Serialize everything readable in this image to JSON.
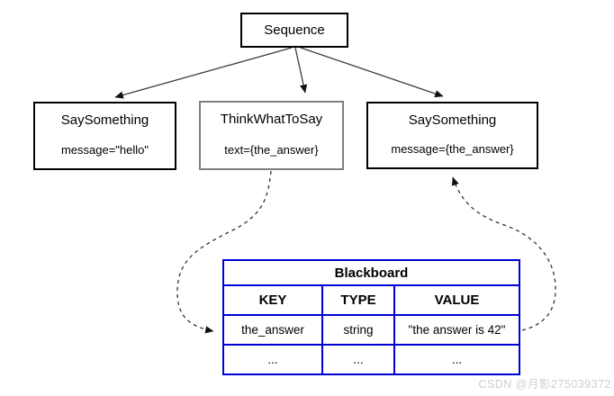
{
  "diagram": {
    "root_node": {
      "label": "Sequence"
    },
    "nodes": [
      {
        "title": "SaySomething",
        "attribute": "message=\"hello\""
      },
      {
        "title": "ThinkWhatToSay",
        "attribute": "text={the_answer}"
      },
      {
        "title": "SaySomething",
        "attribute": "message={the_answer}"
      }
    ],
    "blackboard": {
      "title": "Blackboard",
      "columns": [
        "KEY",
        "TYPE",
        "VALUE"
      ],
      "rows": [
        [
          "the_answer",
          "string",
          "\"the answer is 42\""
        ],
        [
          "...",
          "...",
          "..."
        ]
      ]
    },
    "colors": {
      "table_border": "#0000d6",
      "node_border": "#000000",
      "think_node_border": "#7f7f7f",
      "arrow": "#3d3d3d"
    }
  },
  "watermark": "CSDN @月影275039372"
}
